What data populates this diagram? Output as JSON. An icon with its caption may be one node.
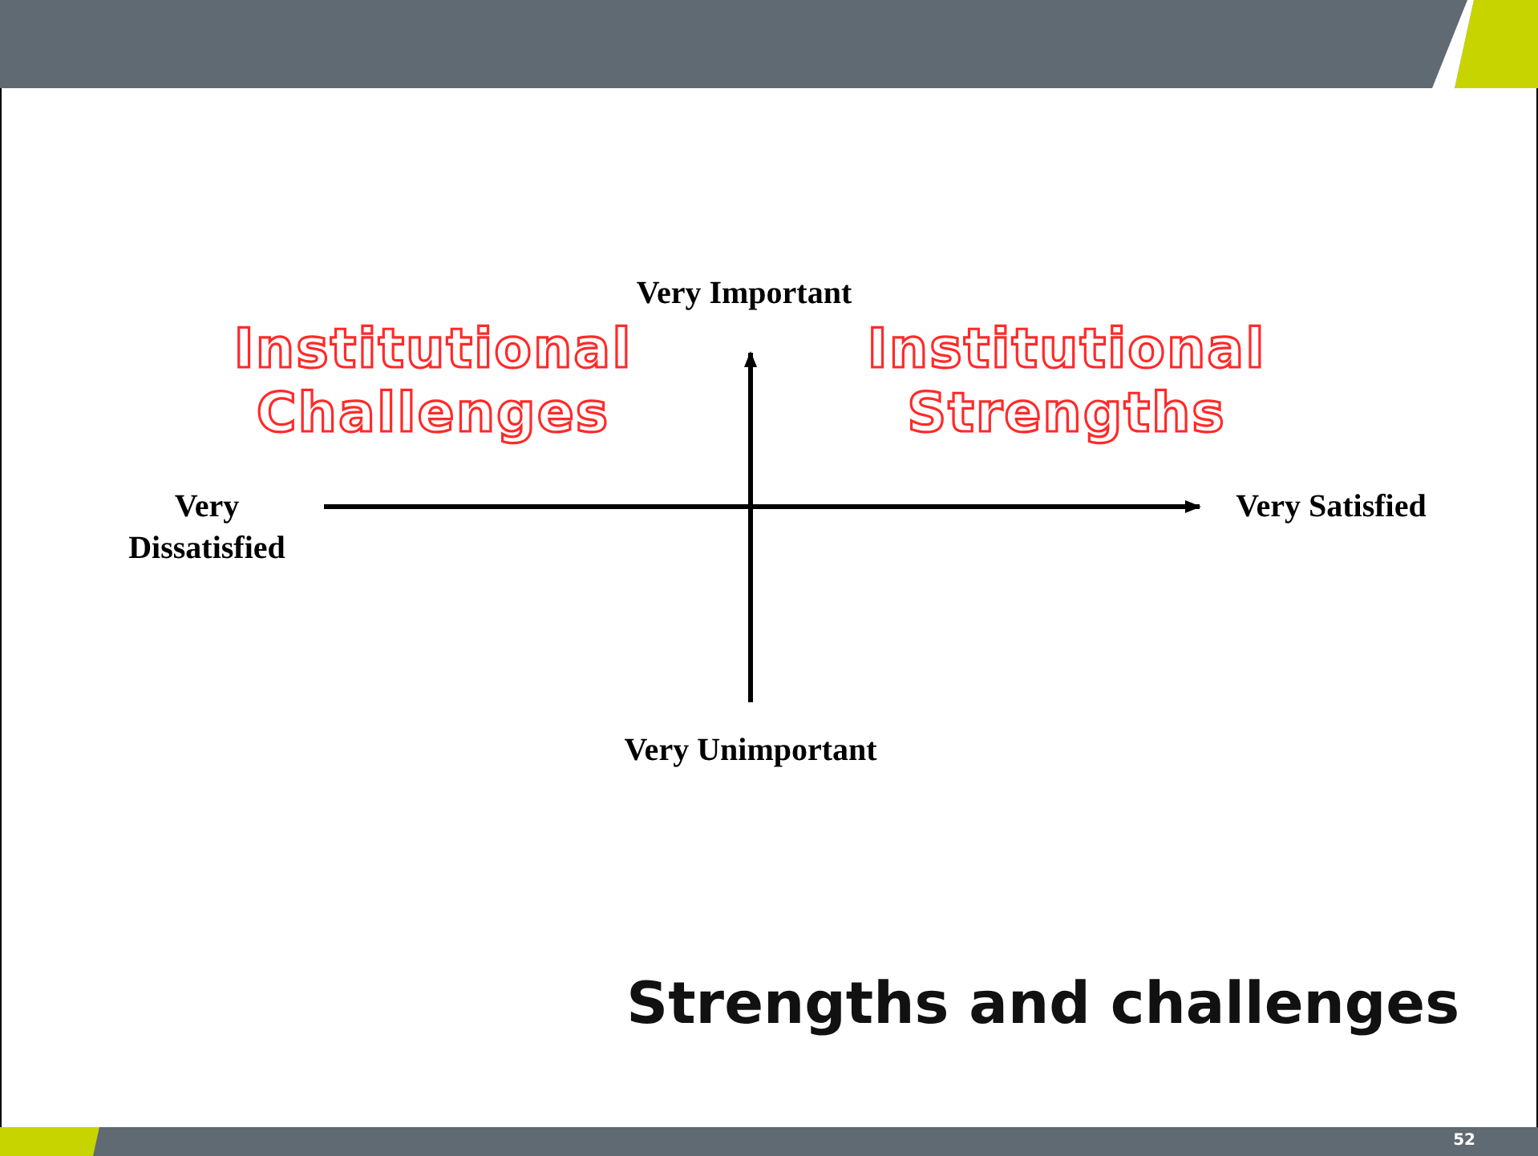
{
  "diagram": {
    "title": "Strengths and challenges",
    "labels": [
      "Very Important",
      "Institutional Challenges",
      "Institutional Strengths",
      "Very Dissatisfied",
      "Very Satisfied",
      "Very Unimportant",
      "52"
    ]
  }
}
